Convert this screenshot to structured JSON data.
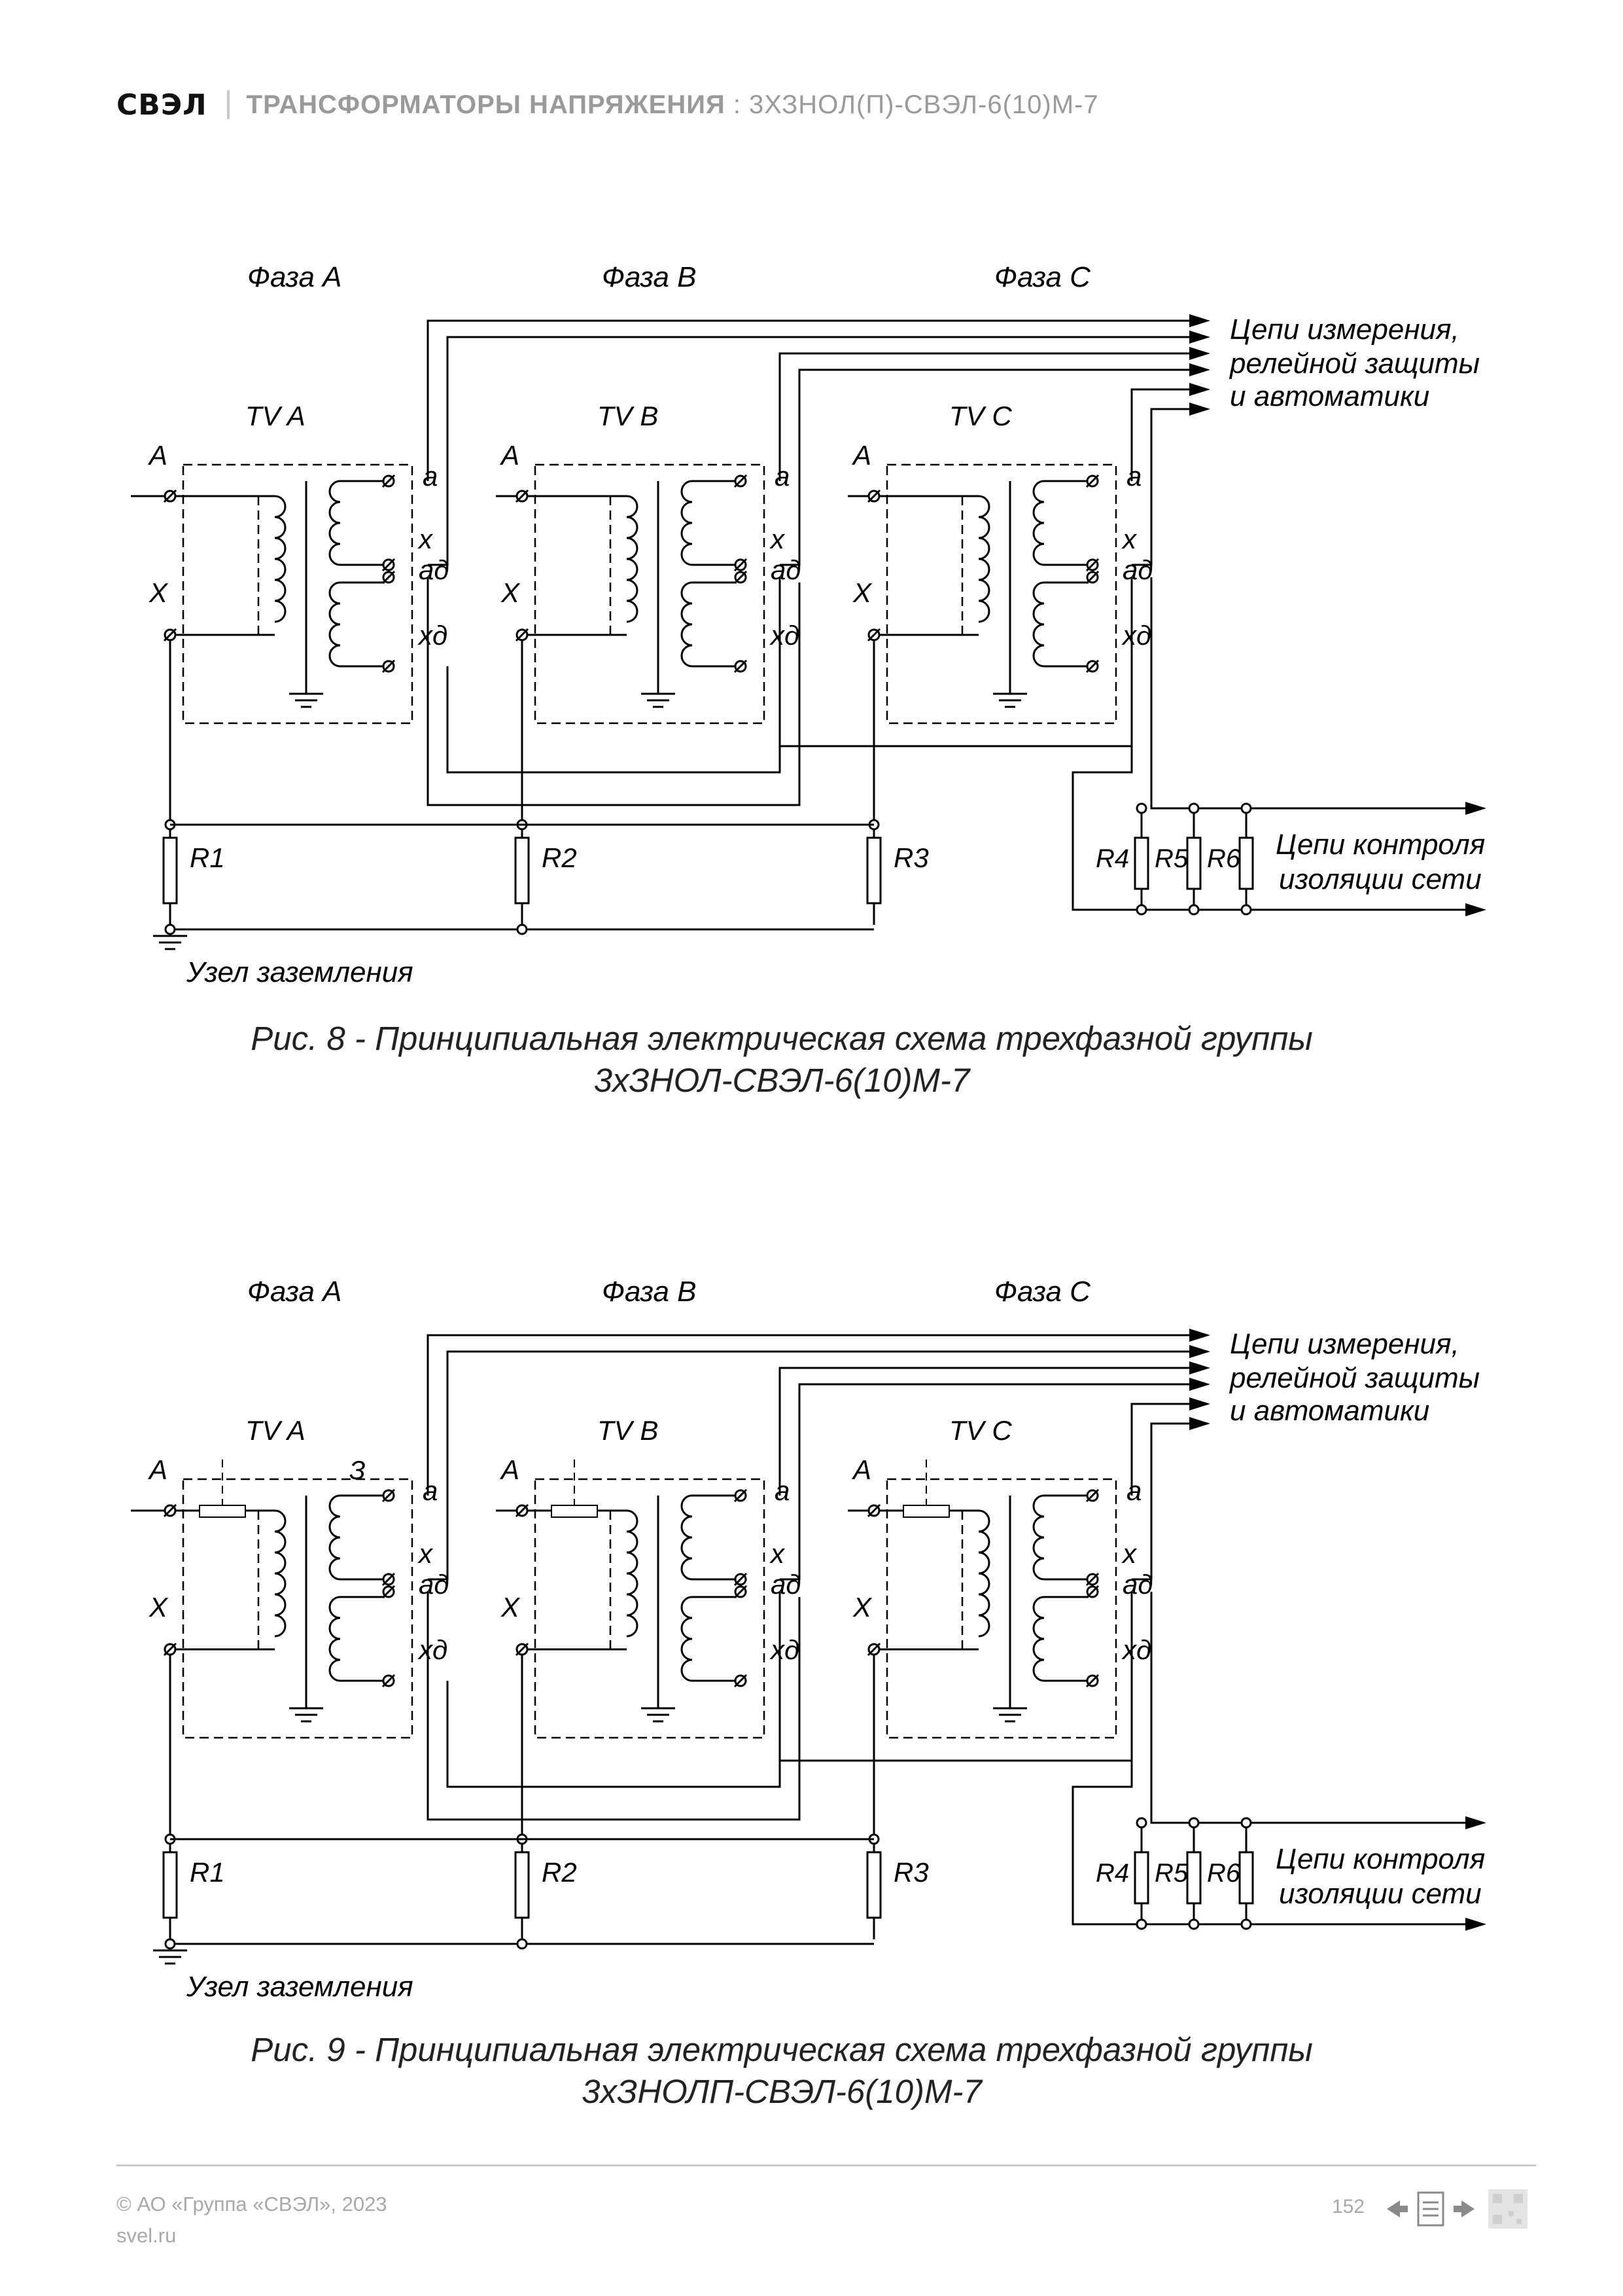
{
  "header": {
    "logo_text": "СВЭЛ",
    "title_bold": "ТРАНСФОРМАТОРЫ НАПРЯЖЕНИЯ",
    "title_rest": " : 3ХЗНОЛ(П)-СВЭЛ-6(10)М-7"
  },
  "labels": {
    "phase_a": "Фаза А",
    "phase_b": "Фаза В",
    "phase_c": "Фаза С",
    "tv_a": "TV A",
    "tv_b": "TV B",
    "tv_c": "TV C",
    "term_A": "A",
    "term_X": "X",
    "term_a": "a",
    "term_x": "x",
    "term_ad": "aд",
    "term_xd": "xд",
    "out_line1": "Цепи измерения,",
    "out_line2": "релейной защиты",
    "out_line3": "и автоматики",
    "r1": "R1",
    "r2": "R2",
    "r3": "R3",
    "r4": "R4",
    "r5": "R5",
    "r6": "R6",
    "iso_line1": "Цепи контроля",
    "iso_line2": "изоляции сети",
    "ground": "Узел заземления",
    "fuse_mark": "З"
  },
  "fig8": {
    "caption_line1": "Рис. 8 - Принципиальная электрическая схема трехфазной группы",
    "caption_line2": "3хЗНОЛ-СВЭЛ-6(10)М-7"
  },
  "fig9": {
    "caption_line1": "Рис. 9 - Принципиальная электрическая схема трехфазной группы",
    "caption_line2": "3хЗНОЛП-СВЭЛ-6(10)М-7"
  },
  "footer": {
    "copyright": "© АО «Группа «СВЭЛ», 2023",
    "site": "svel.ru",
    "page": "152"
  },
  "icons": [
    "prev-page-icon",
    "document-icon",
    "next-page-icon",
    "qr-code-icon"
  ]
}
